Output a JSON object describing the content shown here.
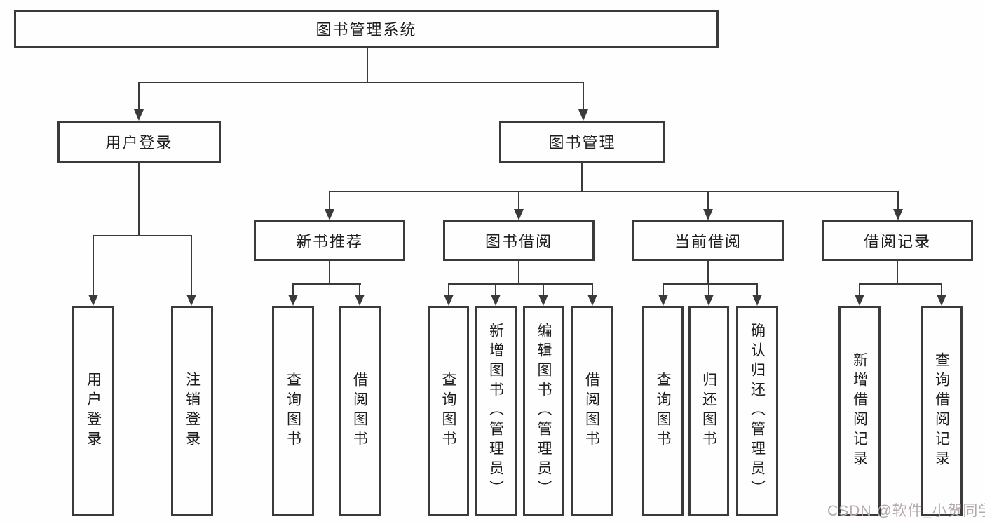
{
  "diagram_title": "图书管理系统",
  "colors": {
    "line": "#3a3a3a",
    "box_border": "#3a3a3a",
    "text": "#1d1d1d",
    "background": "#fefefe",
    "watermark": "#b3a9a9"
  },
  "nodes": {
    "root": {
      "label": "图书管理系统"
    },
    "user_login": {
      "label": "用户登录"
    },
    "book_management": {
      "label": "图书管理"
    },
    "new_book_rec": {
      "label": "新书推荐"
    },
    "book_borrow": {
      "label": "图书借阅"
    },
    "current_borrow": {
      "label": "当前借阅"
    },
    "borrow_records": {
      "label": "借阅记录"
    },
    "leaf_user_login": {
      "label": "用户登录"
    },
    "leaf_logout": {
      "label": "注销登录"
    },
    "leaf_query_book_1": {
      "label": "查询图书"
    },
    "leaf_borrow_book_1": {
      "label": "借阅图书"
    },
    "leaf_query_book_2": {
      "label": "查询图书"
    },
    "leaf_add_book": {
      "label": "新增图书（管理员）"
    },
    "leaf_edit_book": {
      "label": "编辑图书（管理员）"
    },
    "leaf_borrow_book_2": {
      "label": "借阅图书"
    },
    "leaf_query_book_3": {
      "label": "查询图书"
    },
    "leaf_return_book": {
      "label": "归还图书"
    },
    "leaf_confirm_return": {
      "label": "确认归还（管理员）"
    },
    "leaf_add_record": {
      "label": "新增借阅记录"
    },
    "leaf_query_record": {
      "label": "查询借阅记录"
    }
  },
  "hierarchy": {
    "图书管理系统": {
      "用户登录": [
        "用户登录",
        "注销登录"
      ],
      "图书管理": {
        "新书推荐": [
          "查询图书",
          "借阅图书"
        ],
        "图书借阅": [
          "查询图书",
          "新增图书（管理员）",
          "编辑图书（管理员）",
          "借阅图书"
        ],
        "当前借阅": [
          "查询图书",
          "归还图书",
          "确认归还（管理员）"
        ],
        "借阅记录": [
          "新增借阅记录",
          "查询借阅记录"
        ]
      }
    }
  },
  "watermark": {
    "text": "CSDN @软件_小贺同学"
  }
}
